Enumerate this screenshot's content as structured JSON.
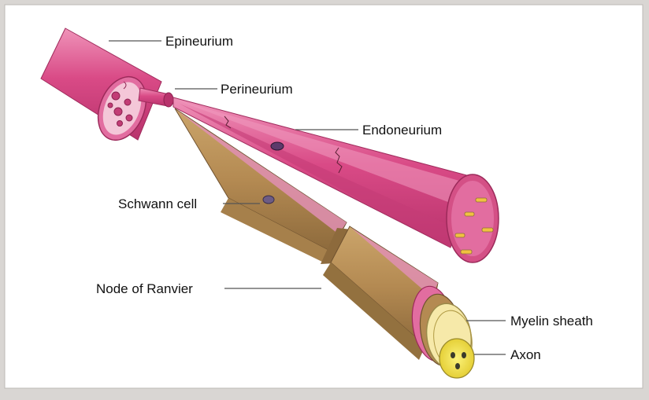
{
  "labels": {
    "epineurium": "Epineurium",
    "perineurium": "Perineurium",
    "endoneurium": "Endoneurium",
    "schwann_cell": "Schwann cell",
    "node_of_ranvier": "Node of Ranvier",
    "myelin_sheath": "Myelin sheath",
    "axon": "Axon"
  },
  "colors": {
    "background": "#ffffff",
    "outer_frame": "#d9d6d3",
    "nerve_pink": "#d94a86",
    "nerve_pink_dark": "#b8336c",
    "nerve_pink_light": "#ee8db5",
    "fiber_olive": "#b48a52",
    "fiber_olive_dark": "#8d6a3c",
    "axon_yellow": "#f2e23a",
    "leader_line": "#555555"
  }
}
